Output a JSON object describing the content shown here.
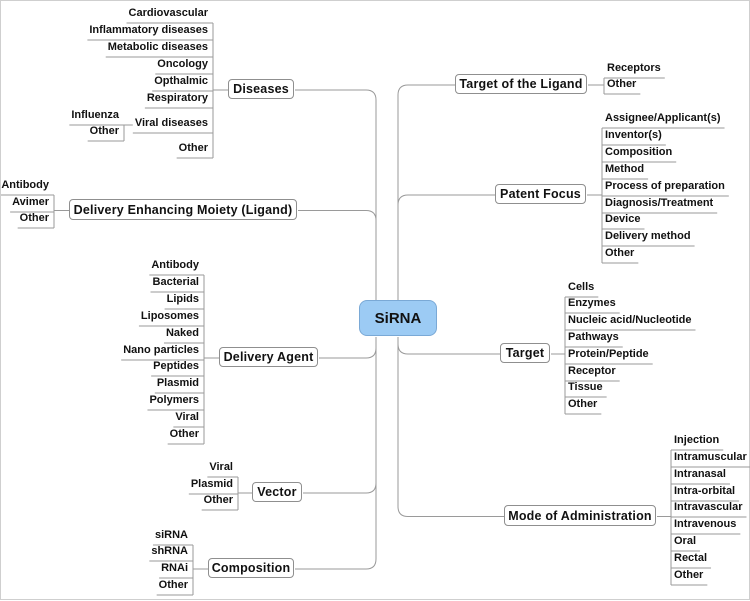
{
  "root": {
    "label": "SiRNA"
  },
  "branches": [
    {
      "label": "Diseases",
      "leaves": [
        "Cardiovascular",
        "Inflammatory diseases",
        "Metabolic diseases",
        "Oncology",
        "Opthalmic",
        "Respiratory",
        "Viral diseases",
        "Other"
      ],
      "subleaves": [
        "Influenza",
        "Other"
      ]
    },
    {
      "label": "Delivery Enhancing Moiety (Ligand)",
      "leaves": [
        "Antibody",
        "Avimer",
        "Other"
      ]
    },
    {
      "label": "Delivery Agent",
      "leaves": [
        "Antibody",
        "Bacterial",
        "Lipids",
        "Liposomes",
        "Naked",
        "Nano particles",
        "Peptides",
        "Plasmid",
        "Polymers",
        "Viral",
        "Other"
      ]
    },
    {
      "label": "Vector",
      "leaves": [
        "Viral",
        "Plasmid",
        "Other"
      ]
    },
    {
      "label": "Composition",
      "leaves": [
        "siRNA",
        "shRNA",
        "RNAi",
        "Other"
      ]
    },
    {
      "label": "Target of the Ligand",
      "leaves": [
        "Receptors",
        "Other"
      ]
    },
    {
      "label": "Patent Focus",
      "leaves": [
        "Assignee/Applicant(s)",
        "Inventor(s)",
        "Composition",
        "Method",
        "Process of preparation",
        "Diagnosis/Treatment",
        "Device",
        "Delivery method",
        "Other"
      ]
    },
    {
      "label": "Target",
      "leaves": [
        "Cells",
        "Enzymes",
        "Nucleic acid/Nucleotide",
        "Pathways",
        "Protein/Peptide",
        "Receptor",
        "Tissue",
        "Other"
      ]
    },
    {
      "label": "Mode of Administration",
      "leaves": [
        "Injection",
        "Intramuscular",
        "Intranasal",
        "Intra-orbital",
        "Intravascular",
        "Intravenous",
        "Oral",
        "Rectal",
        "Other"
      ]
    }
  ]
}
